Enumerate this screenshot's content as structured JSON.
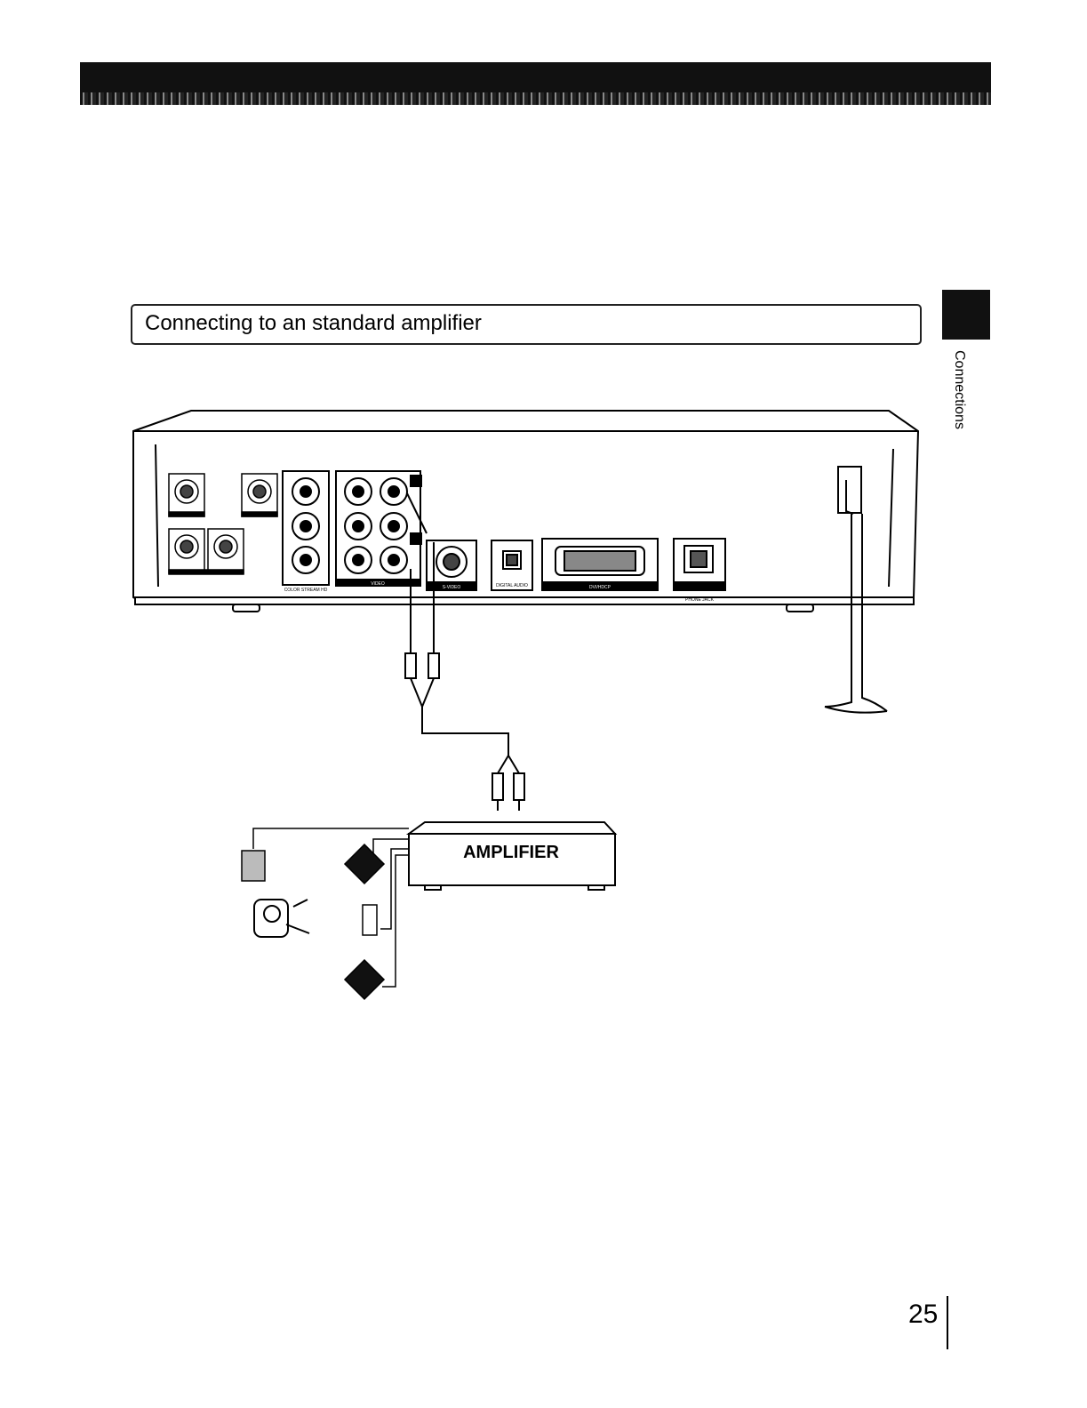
{
  "section": {
    "title": "Connecting to an standard amplifier"
  },
  "side_tab": {
    "label": "Connections"
  },
  "rear_panel": {
    "labels": {
      "colorstream": "COLOR STREAM HD",
      "video": "VIDEO",
      "svideo": "S-VIDEO",
      "digital_audio": "DIGITAL AUDIO",
      "dvi": "DVI/HDCP",
      "phone": "PHONE JACK"
    }
  },
  "amplifier": {
    "label": "AMPLIFIER"
  },
  "page": {
    "number": "25"
  }
}
